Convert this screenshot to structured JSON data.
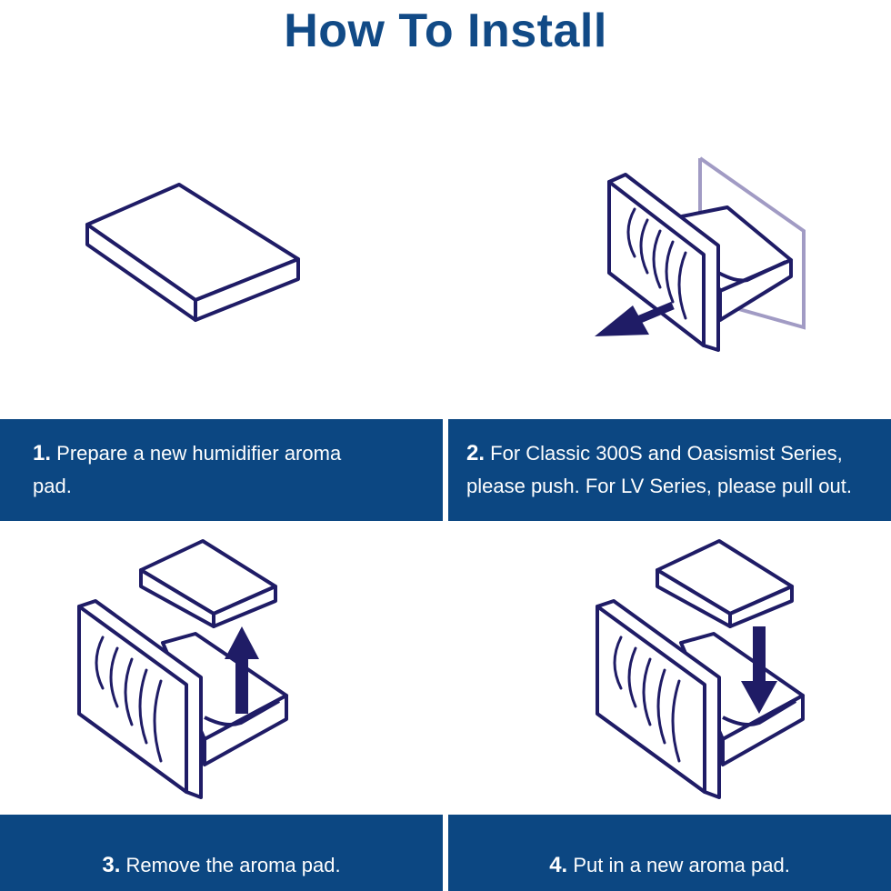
{
  "title": "How To Install",
  "colors": {
    "title": "#114a86",
    "bar_background": "#0c4782",
    "bar_text": "#ffffff",
    "line_art": "#1f1c66",
    "frame_outline": "#a19bc4"
  },
  "steps": [
    {
      "number": "1.",
      "line1": "Prepare a new humidifier aroma",
      "line2": "pad.",
      "illustration": "aroma-pad"
    },
    {
      "number": "2.",
      "line1": "For Classic 300S and Oasismist Series,",
      "line2": "please push. For LV Series, please pull out.",
      "illustration": "tray-pull-out-arrow"
    },
    {
      "number": "3.",
      "text": "Remove the aroma pad.",
      "illustration": "pad-lift-up-arrow"
    },
    {
      "number": "4.",
      "text": "Put in a new aroma pad.",
      "illustration": "pad-insert-down-arrow"
    }
  ]
}
